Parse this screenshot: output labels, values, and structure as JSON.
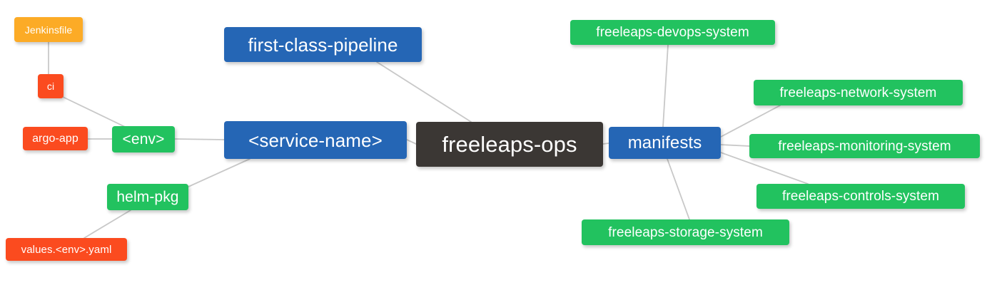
{
  "diagram": {
    "type": "mindmap",
    "title": "freeleaps-ops",
    "background": "#ffffff",
    "edge_color": "#c8c8c8",
    "palette": {
      "root": "#3b3734",
      "blue": "#2566b5",
      "green": "#22c25f",
      "orange": "#fcab26",
      "red": "#fb4b1f"
    }
  },
  "nodes": {
    "root": {
      "label": "freeleaps-ops",
      "color": "#3b3734",
      "font_size": 31
    },
    "service_name": {
      "label": "<service-name>",
      "color": "#2566b5",
      "font_size": 26
    },
    "first_class_pipeline": {
      "label": "first-class-pipeline",
      "color": "#2566b5",
      "font_size": 26
    },
    "manifests": {
      "label": "manifests",
      "color": "#2566b5",
      "font_size": 24
    },
    "env": {
      "label": "<env>",
      "color": "#22c25f",
      "font_size": 21
    },
    "helm_pkg": {
      "label": "helm-pkg",
      "color": "#22c25f",
      "font_size": 21
    },
    "jenkinsfile": {
      "label": "Jenkinsfile",
      "color": "#fcab26",
      "font_size": 14
    },
    "ci": {
      "label": "ci",
      "color": "#fb4b1f",
      "font_size": 14
    },
    "argo_app": {
      "label": "argo-app",
      "color": "#fb4b1f",
      "font_size": 16
    },
    "values_yaml": {
      "label": "values.<env>.yaml",
      "color": "#fb4b1f",
      "font_size": 15
    },
    "devops_system": {
      "label": "freeleaps-devops-system",
      "color": "#22c25f",
      "font_size": 19
    },
    "network_system": {
      "label": "freeleaps-network-system",
      "color": "#22c25f",
      "font_size": 19
    },
    "monitoring_system": {
      "label": "freeleaps-monitoring-system",
      "color": "#22c25f",
      "font_size": 19
    },
    "controls_system": {
      "label": "freeleaps-controls-system",
      "color": "#22c25f",
      "font_size": 19
    },
    "storage_system": {
      "label": "freeleaps-storage-system",
      "color": "#22c25f",
      "font_size": 19
    }
  },
  "edges": [
    {
      "from": "root",
      "to": "service_name"
    },
    {
      "from": "root",
      "to": "first_class_pipeline"
    },
    {
      "from": "root",
      "to": "manifests"
    },
    {
      "from": "service_name",
      "to": "env"
    },
    {
      "from": "service_name",
      "to": "helm_pkg"
    },
    {
      "from": "env",
      "to": "ci"
    },
    {
      "from": "env",
      "to": "argo_app"
    },
    {
      "from": "ci",
      "to": "jenkinsfile"
    },
    {
      "from": "helm_pkg",
      "to": "values_yaml"
    },
    {
      "from": "manifests",
      "to": "devops_system"
    },
    {
      "from": "manifests",
      "to": "network_system"
    },
    {
      "from": "manifests",
      "to": "monitoring_system"
    },
    {
      "from": "manifests",
      "to": "controls_system"
    },
    {
      "from": "manifests",
      "to": "storage_system"
    }
  ]
}
